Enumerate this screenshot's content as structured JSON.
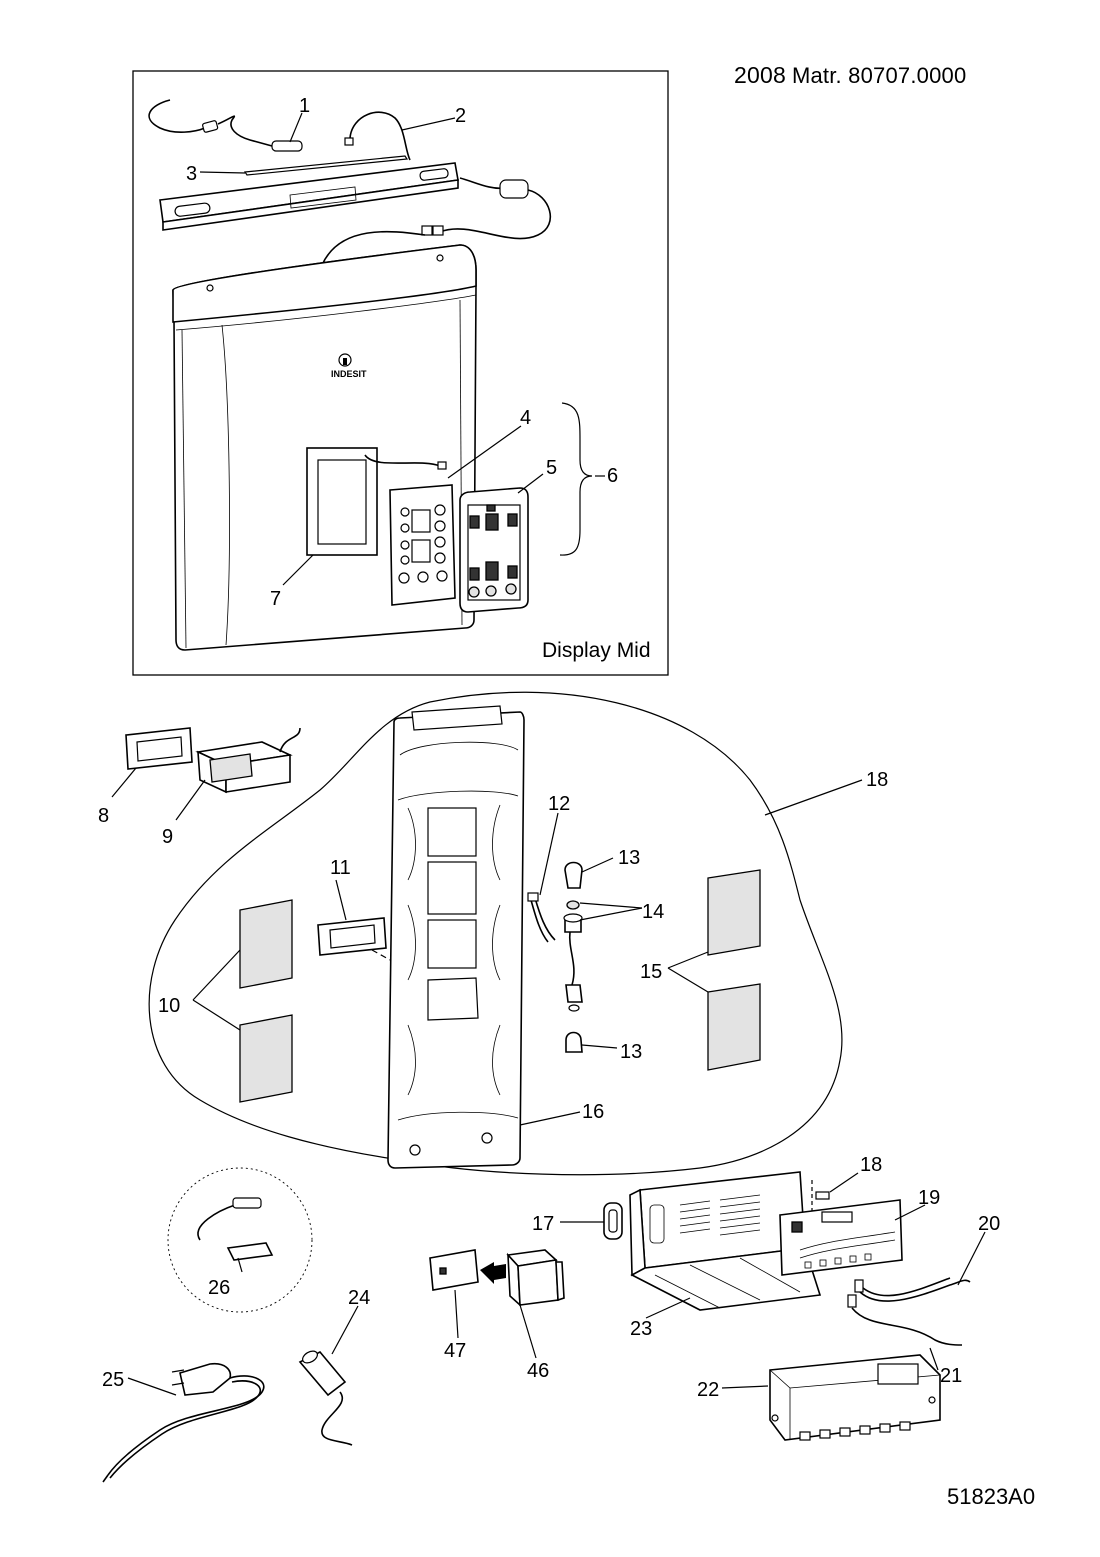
{
  "header": {
    "year": "2008",
    "matr": "Matr. 80707.0000"
  },
  "panel": {
    "caption": "Display Mid",
    "brand": "INDESIT"
  },
  "footer": {
    "code": "51823A0"
  },
  "callouts": {
    "c1": "1",
    "c2": "2",
    "c3": "3",
    "c4": "4",
    "c5": "5",
    "c6": "6",
    "c7": "7",
    "c8": "8",
    "c9": "9",
    "c10": "10",
    "c11": "11",
    "c12": "12",
    "c13a": "13",
    "c13b": "13",
    "c14": "14",
    "c15": "15",
    "c16": "16",
    "c17": "17",
    "c18a": "18",
    "c18b": "18",
    "c19": "19",
    "c20": "20",
    "c21": "21",
    "c22": "22",
    "c23": "23",
    "c24": "24",
    "c25": "25",
    "c26": "26",
    "c46": "46",
    "c47": "47"
  }
}
